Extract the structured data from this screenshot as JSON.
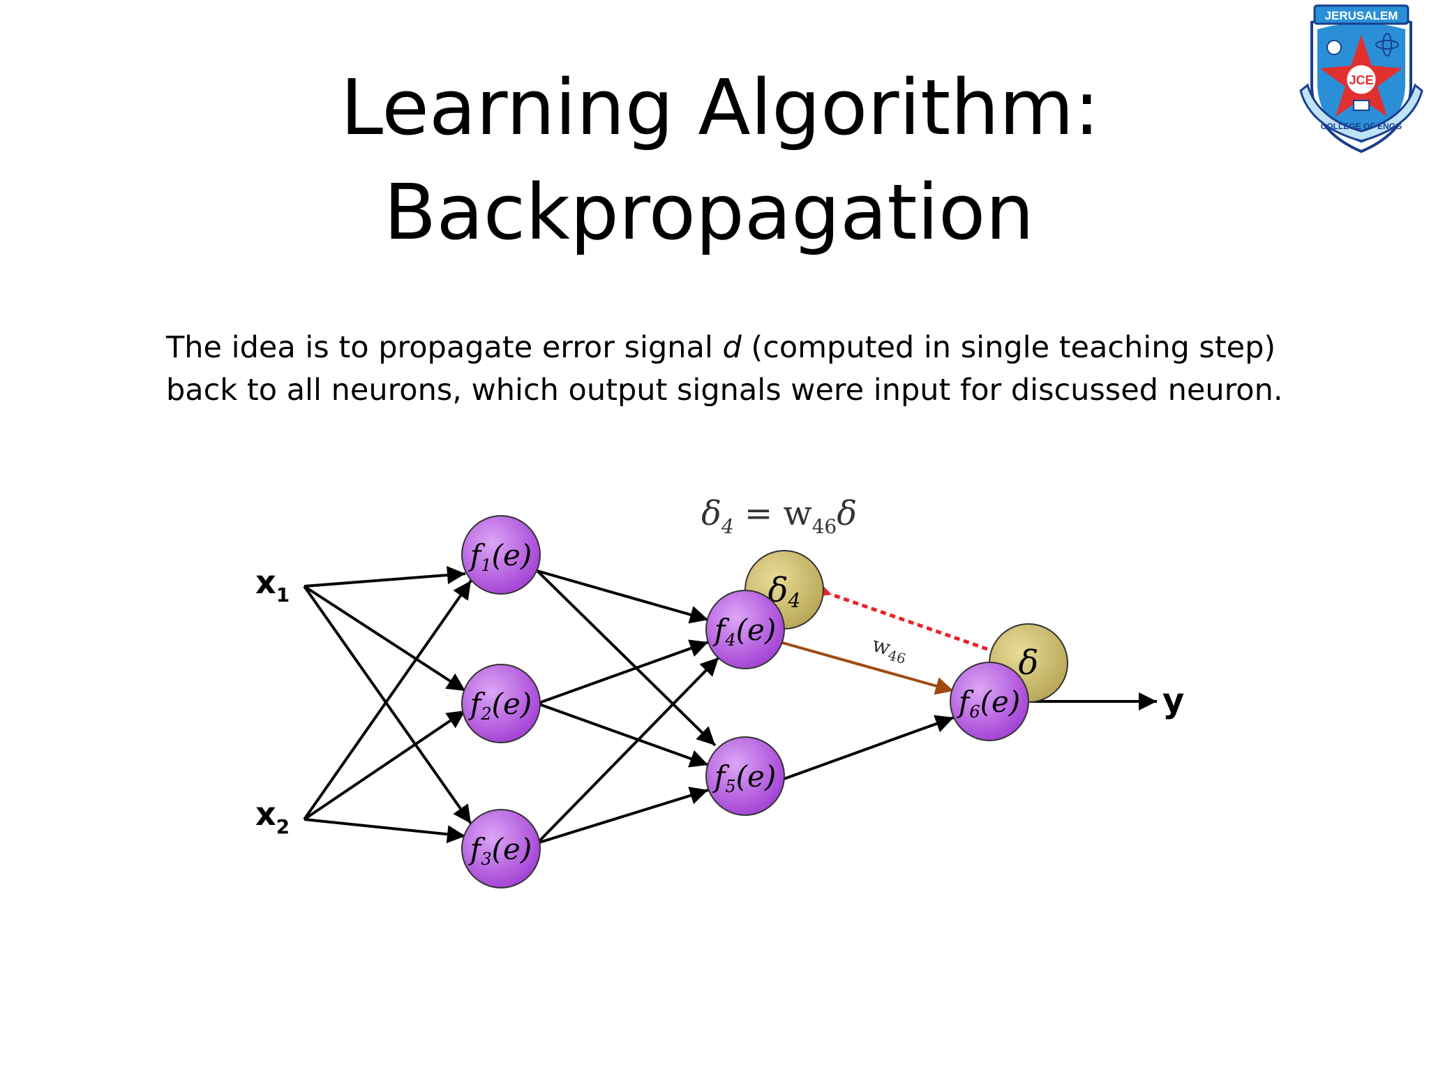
{
  "slide": {
    "title_line1": "Learning Algorithm:",
    "title_line2": "Backpropagation",
    "body_pre": "The idea is to propagate error signal ",
    "body_italic": "d",
    "body_post": " (computed in single teaching step) back to all neurons, which output signals were input for discussed neuron."
  },
  "logo": {
    "banner_top": "JERUSALEM",
    "center": "JCE",
    "ring_text": "COLLEGE OF ENGG",
    "colors": {
      "ring": "#2a8fd6",
      "star": "#e03030",
      "outline": "#1a3f8f"
    }
  },
  "diagram": {
    "equation": {
      "lhs": "δ",
      "lhs_sub": "4",
      "eq": " = w",
      "w_sub": "46",
      "rhs": "δ"
    },
    "inputs": [
      {
        "label": "x",
        "sub": "1"
      },
      {
        "label": "x",
        "sub": "2"
      }
    ],
    "neurons": [
      {
        "f": "f",
        "sub": "1",
        "arg": "(e)"
      },
      {
        "f": "f",
        "sub": "2",
        "arg": "(e)"
      },
      {
        "f": "f",
        "sub": "3",
        "arg": "(e)"
      },
      {
        "f": "f",
        "sub": "4",
        "arg": "(e)"
      },
      {
        "f": "f",
        "sub": "5",
        "arg": "(e)"
      },
      {
        "f": "f",
        "sub": "6",
        "arg": "(e)"
      }
    ],
    "deltas": [
      {
        "label": "δ",
        "sub": "4"
      },
      {
        "label": "δ",
        "sub": ""
      }
    ],
    "weight_label": {
      "w": "w",
      "sub": "46"
    },
    "output_label": "y",
    "colors": {
      "neuron_fill": "#b44fe0",
      "delta_fill": "#c9b96a",
      "weight_arrow": "#a04a12",
      "error_arrow": "#e8202a",
      "arrow": "#000000"
    }
  }
}
